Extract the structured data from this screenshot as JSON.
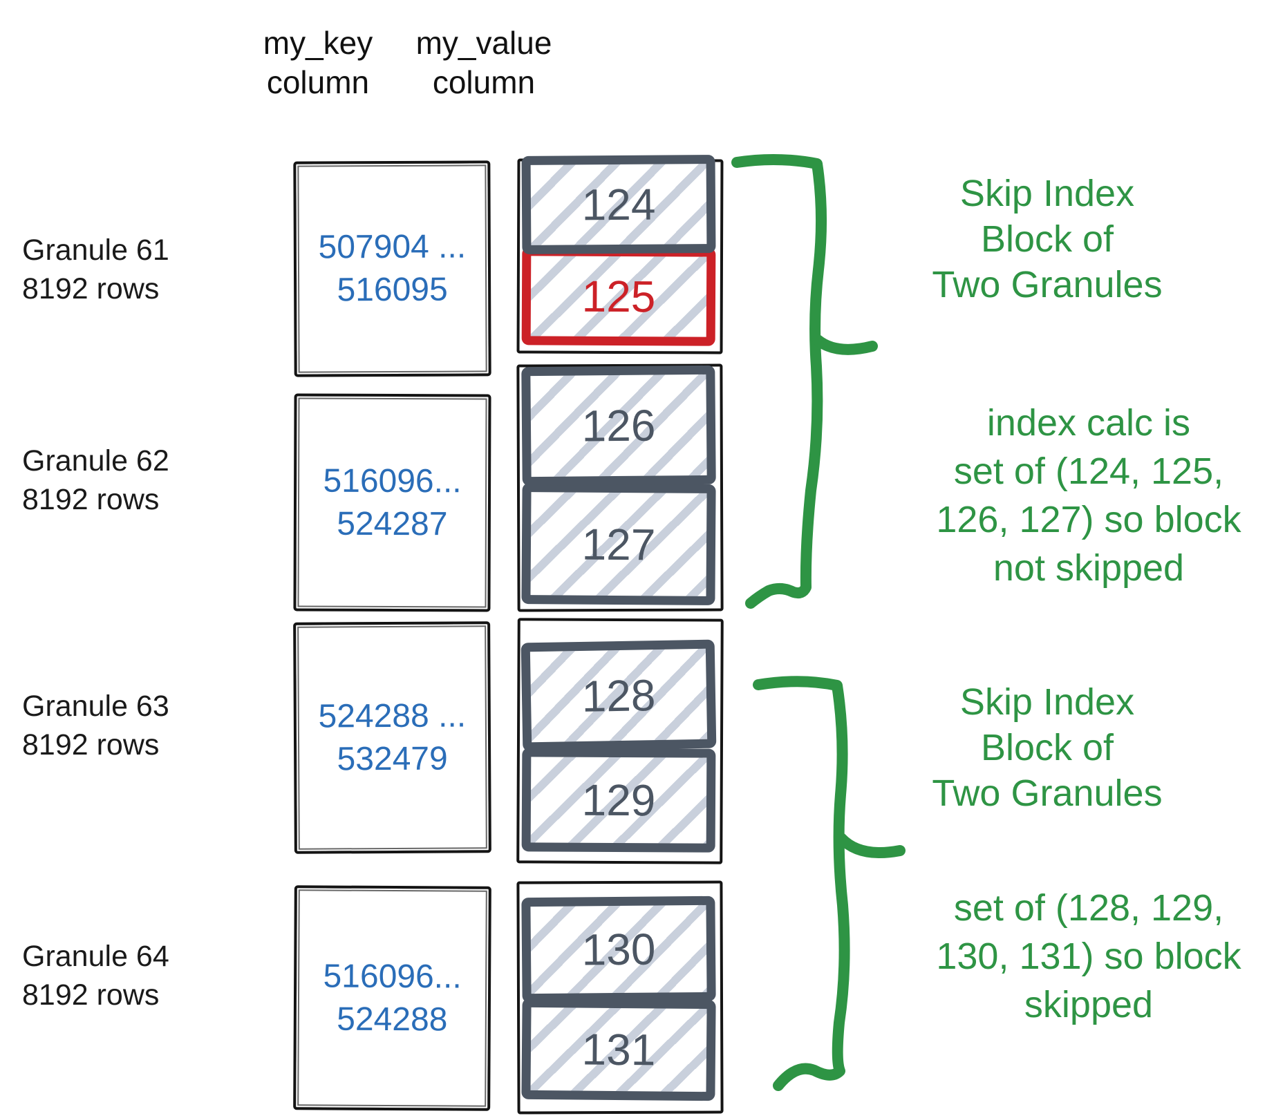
{
  "headers": {
    "key_column": "my_key\ncolumn",
    "value_column": "my_value\ncolumn"
  },
  "granules": [
    {
      "label": "Granule 61\n8192 rows",
      "key_range": "507904 ...\n516095",
      "blocks": [
        {
          "value": "124",
          "highlight": false
        },
        {
          "value": "125",
          "highlight": true
        }
      ]
    },
    {
      "label": "Granule 62\n8192 rows",
      "key_range": "516096...\n524287",
      "blocks": [
        {
          "value": "126",
          "highlight": false
        },
        {
          "value": "127",
          "highlight": false
        }
      ]
    },
    {
      "label": "Granule 63\n8192 rows",
      "key_range": "524288 ...\n532479",
      "blocks": [
        {
          "value": "128",
          "highlight": false
        },
        {
          "value": "129",
          "highlight": false
        }
      ]
    },
    {
      "label": "Granule 64\n8192 rows",
      "key_range": "516096...\n524288",
      "blocks": [
        {
          "value": "130",
          "highlight": false
        },
        {
          "value": "131",
          "highlight": false
        }
      ]
    }
  ],
  "annotations": [
    {
      "title": "Skip Index\nBlock of\nTwo Granules",
      "detail": "index calc is\nset of (124, 125,\n126, 127) so block\nnot skipped"
    },
    {
      "title": "Skip Index\nBlock of\nTwo Granules",
      "detail": "set of (128, 129,\n130, 131) so block\nskipped"
    }
  ],
  "colors": {
    "green": "#2e9444",
    "blue": "#2a6db8",
    "red": "#cc2127",
    "dark_gray": "#4c5663",
    "hatch_gray": "#c9d0dc",
    "sketch_black": "#141414"
  }
}
